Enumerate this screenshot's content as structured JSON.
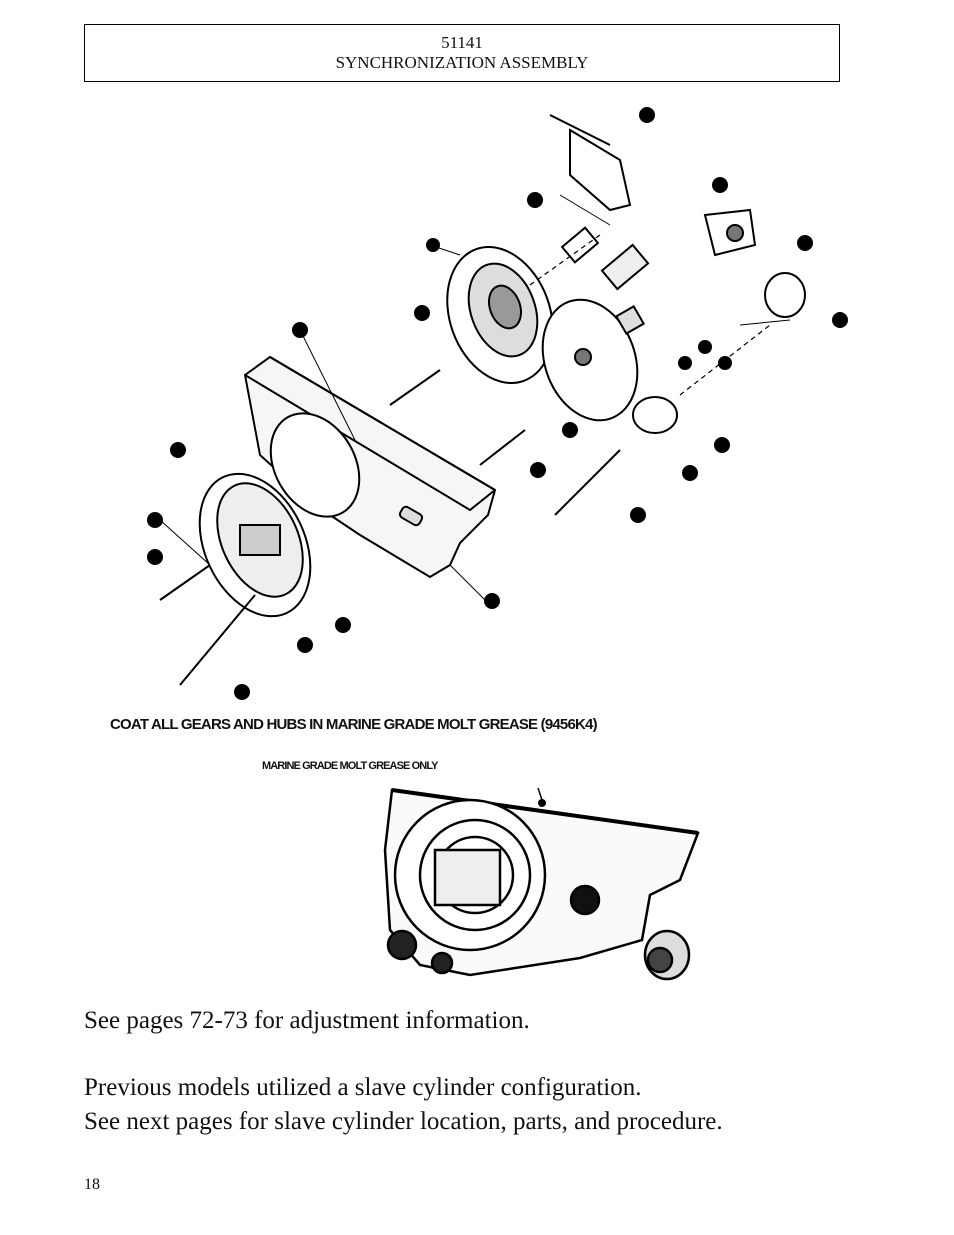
{
  "header": {
    "part_number": "51141",
    "title": "SYNCHRONIZATION ASSEMBLY"
  },
  "diagram": {
    "notes": {
      "coat": "COAT ALL GEARS AND HUBS IN MARINE GRADE MOLT GREASE (9456K4)",
      "grease_only": "MARINE GRADE MOLT GREASE ONLY"
    }
  },
  "body": {
    "line1": "See pages 72-73 for adjustment information.",
    "line2": "Previous models utilized a slave cylinder configuration.",
    "line3": "See next pages for slave cylinder location, parts, and procedure."
  },
  "footer": {
    "page_number": "18"
  }
}
